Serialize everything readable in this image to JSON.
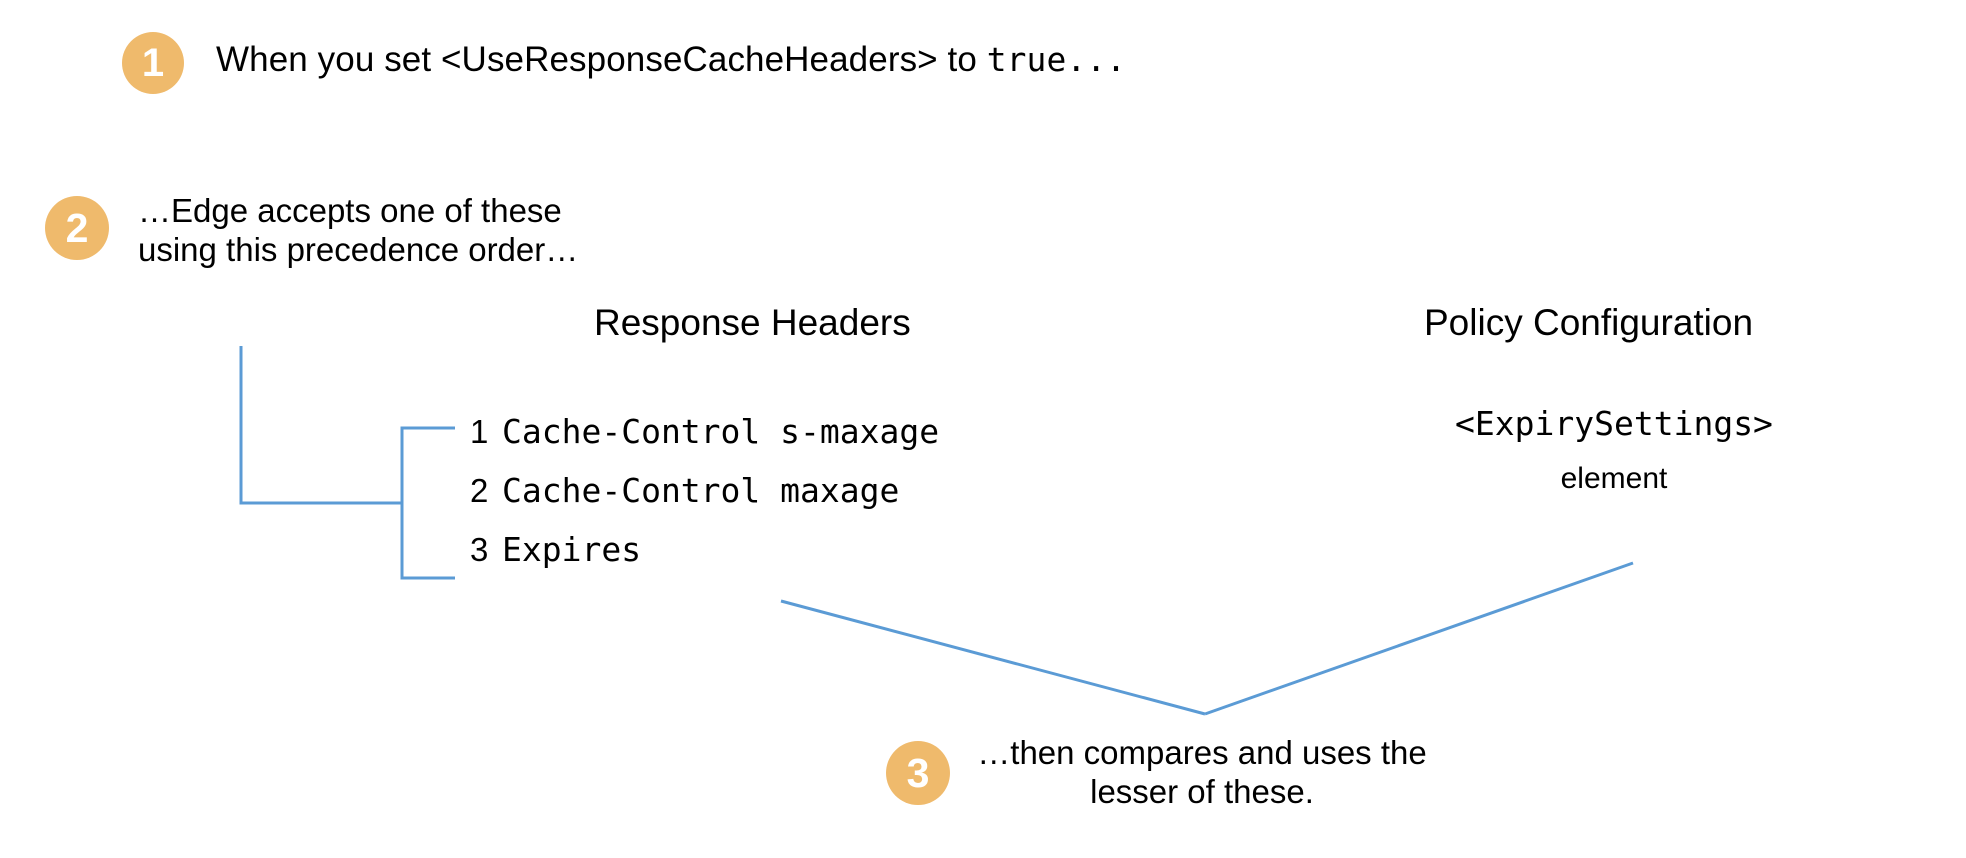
{
  "theme": {
    "badge_color": "#EFBA6C",
    "badge_text_color": "#FFFFFF",
    "connector_color": "#5B9BD5",
    "background": "#FFFFFF",
    "text_color": "#000000"
  },
  "steps": [
    {
      "number": "1",
      "text_prefix": "When you set <UseResponseCacheHeaders> to ",
      "text_mono": "true..."
    },
    {
      "number": "2",
      "text": "…Edge accepts one of these using this precedence order…"
    },
    {
      "number": "3",
      "text": "…then compares and uses the lesser of these."
    }
  ],
  "columns": {
    "response_headers": {
      "title": "Response Headers",
      "items": [
        {
          "index": "1",
          "name": "Cache-Control s-maxage"
        },
        {
          "index": "2",
          "name": "Cache-Control maxage"
        },
        {
          "index": "3",
          "name": "Expires"
        }
      ]
    },
    "policy_configuration": {
      "title": "Policy Configuration",
      "value": "<ExpirySettings>",
      "subtitle": "element"
    }
  }
}
